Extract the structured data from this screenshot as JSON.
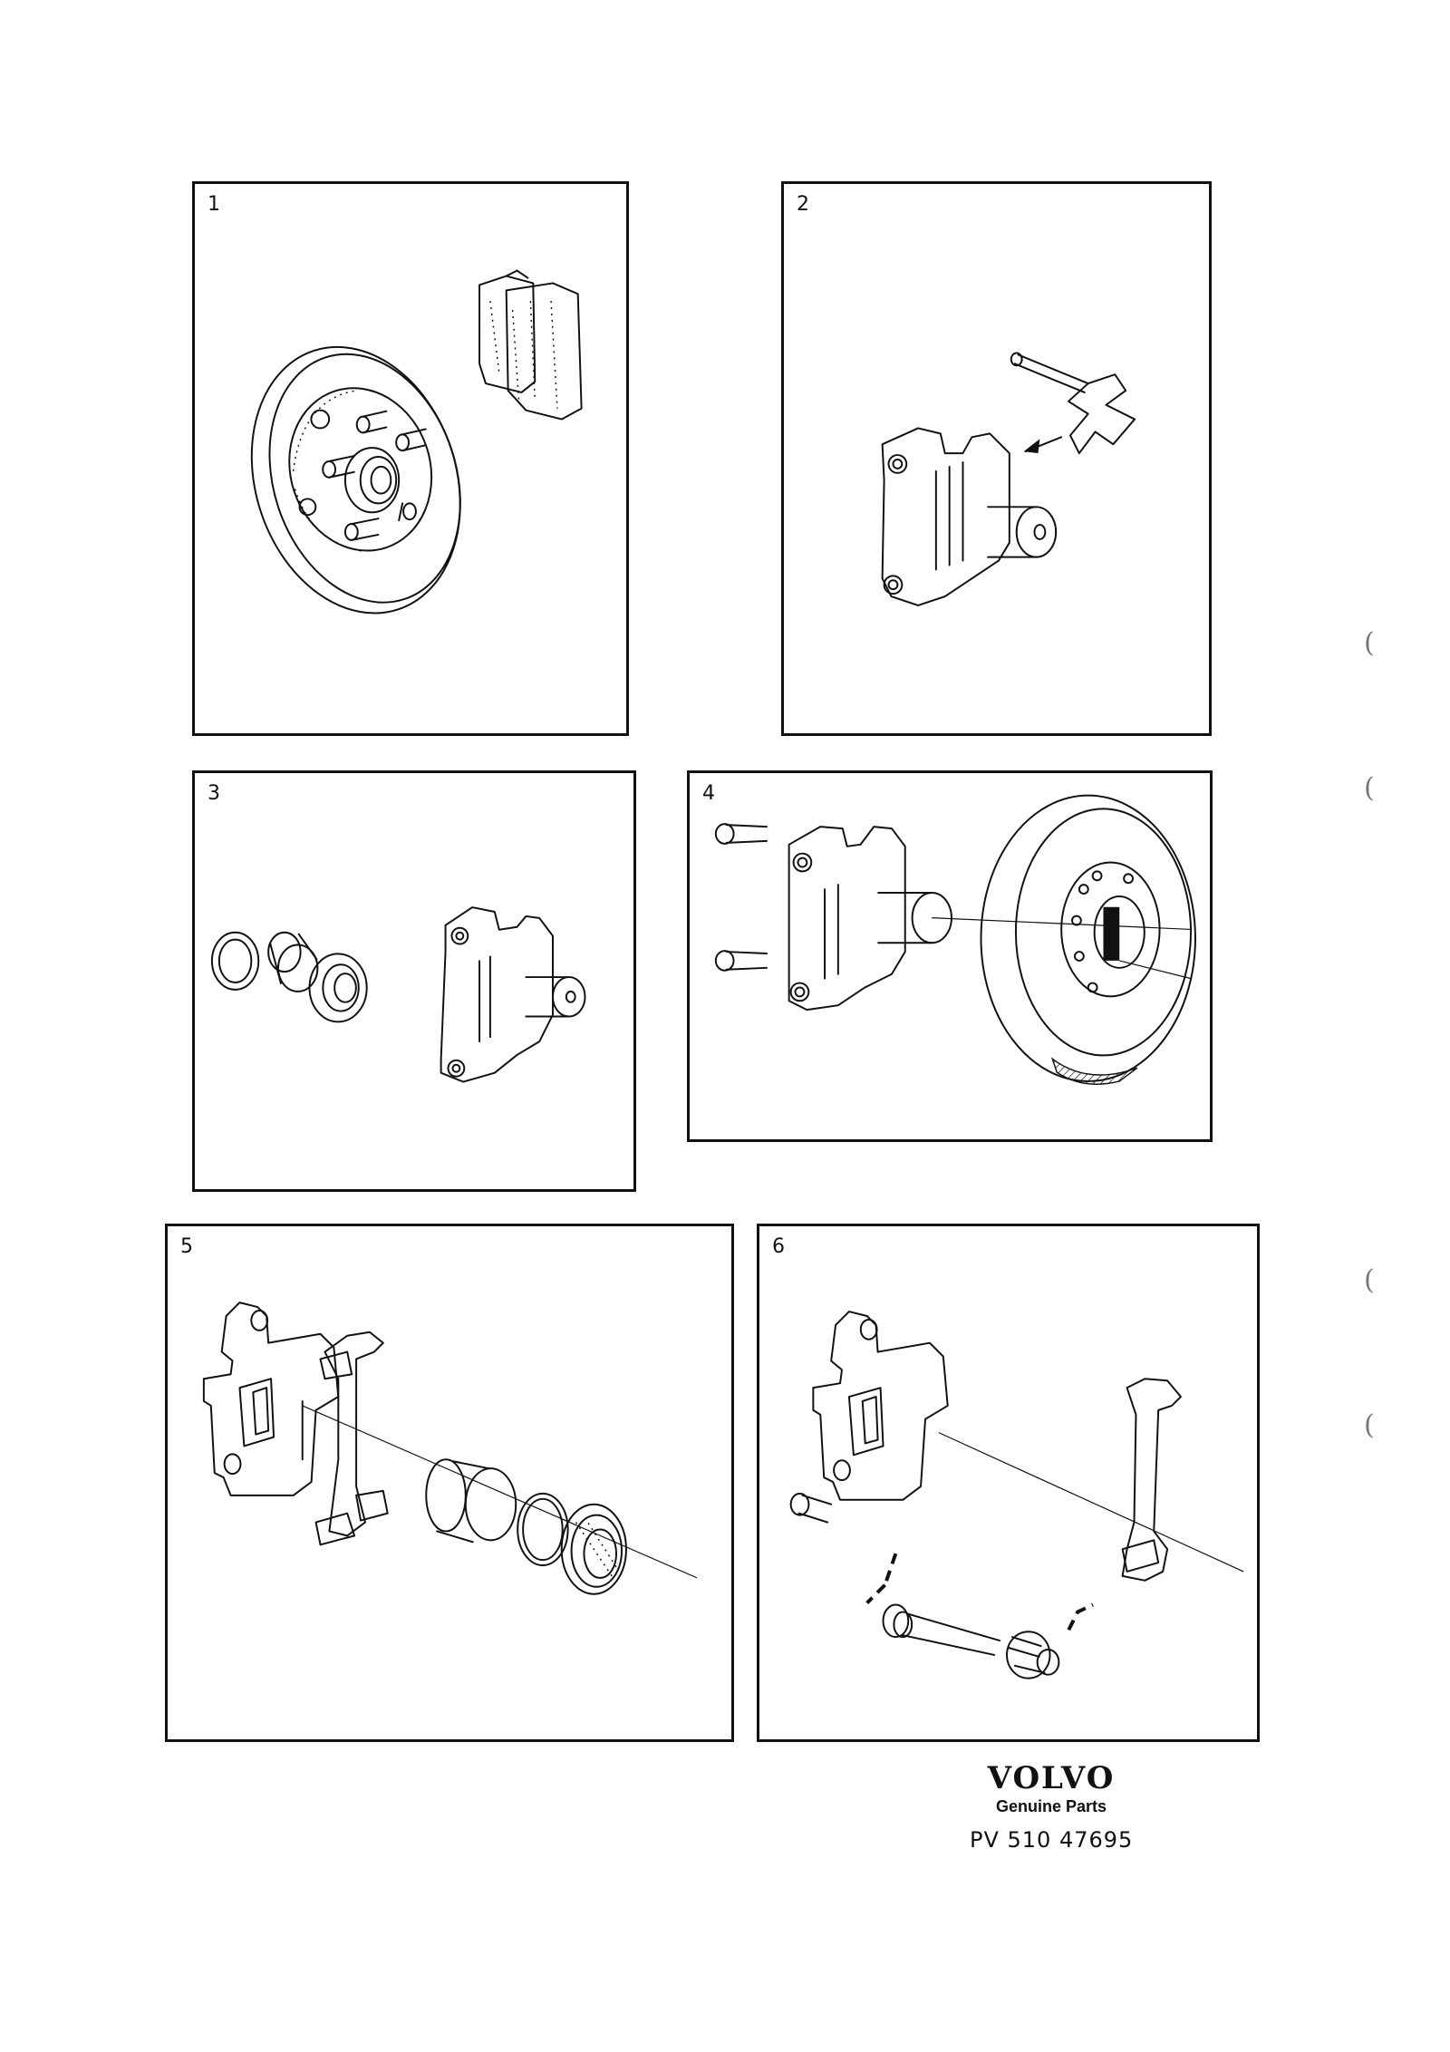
{
  "panels": [
    {
      "number": "1",
      "content": "brake-disc-hub-and-pads"
    },
    {
      "number": "2",
      "content": "caliper-with-pin-and-spring"
    },
    {
      "number": "3",
      "content": "caliper-seal-and-piston"
    },
    {
      "number": "4",
      "content": "caliper-bolts-and-disc"
    },
    {
      "number": "5",
      "content": "caliper-piston-exploded"
    },
    {
      "number": "6",
      "content": "caliper-guide-pin-exploded"
    }
  ],
  "footer": {
    "brand": "VOLVO",
    "tagline": "Genuine Parts",
    "part_number": "PV 510 47695"
  },
  "margin_marks": [
    "(",
    "(",
    "(",
    "("
  ]
}
